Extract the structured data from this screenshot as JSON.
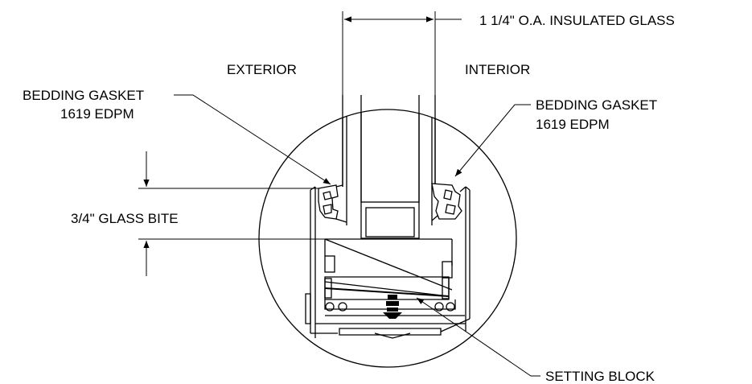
{
  "labels": {
    "overall_dim": "1 1/4\" O.A.  INSULATED GLASS",
    "exterior": "EXTERIOR",
    "interior": "INTERIOR",
    "gasket_left_line1": "BEDDING GASKET",
    "gasket_left_line2": "1619 EDPM",
    "gasket_right_line1": "BEDDING GASKET",
    "gasket_right_line2": "1619 EDPM",
    "glass_bite": "3/4\" GLASS BITE",
    "setting_block": "SETTING BLOCK"
  },
  "colors": {
    "line": "#000000",
    "background": "#ffffff"
  }
}
